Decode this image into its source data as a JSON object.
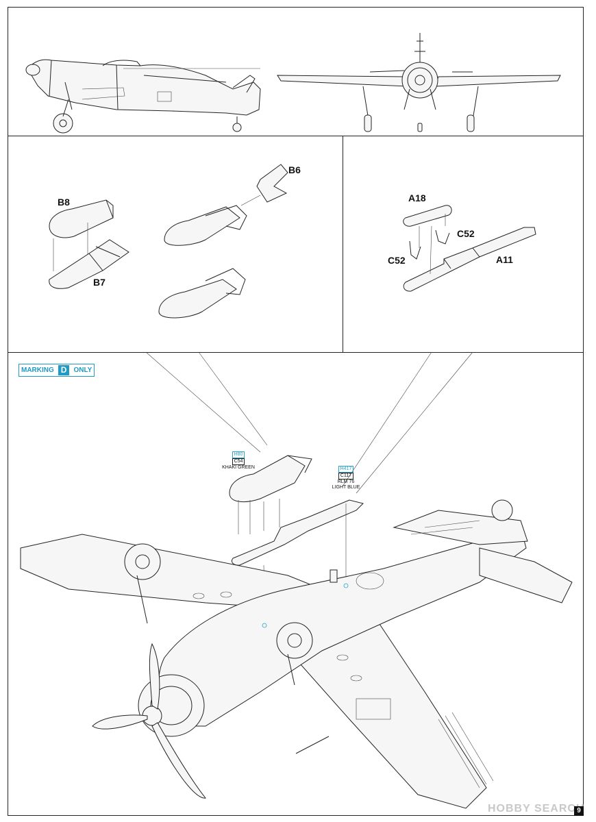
{
  "parts": {
    "b8": "B8",
    "b7": "B7",
    "b6": "B6",
    "a18": "A18",
    "c52_right": "C52",
    "c52_left": "C52",
    "a11": "A11"
  },
  "marking_badge": {
    "prefix": "MARKING",
    "letter": "D",
    "suffix": "ONLY"
  },
  "callouts": {
    "bomb": {
      "code": "H80",
      "part": "C54",
      "color": "KHAKI GREEN"
    },
    "rack": {
      "code": "H417",
      "part": "C117",
      "color1": "RLM 76",
      "color2": "LIGHT BLUE"
    }
  },
  "watermark": "HOBBY SEARCH",
  "page_number": "9"
}
